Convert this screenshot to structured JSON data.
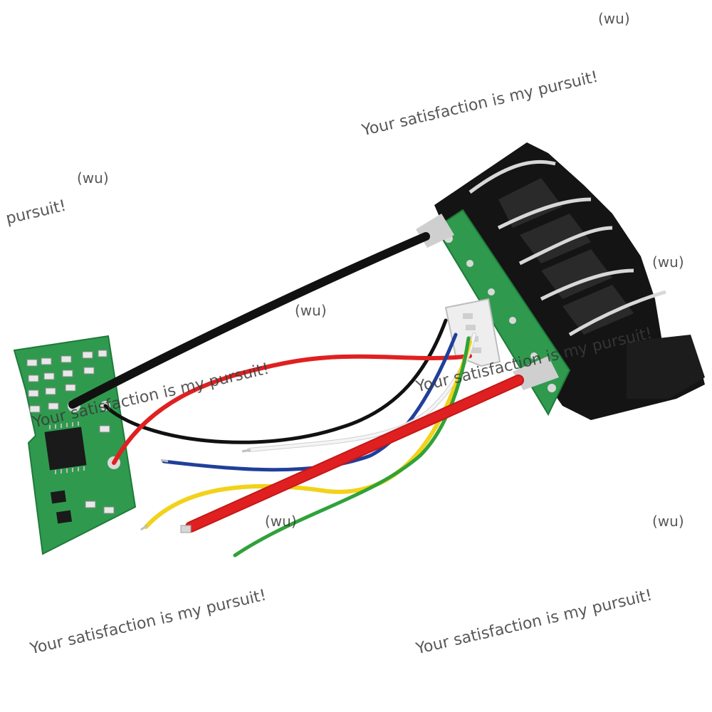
{
  "photo": {
    "subject_icons": [
      "circuit-board-icon",
      "battery-connector-icon",
      "wire-icon"
    ],
    "colors": {
      "background": "#ffffff",
      "pcb_green": "#2f9a4e",
      "pcb_dark": "#1e7a3a",
      "pad_silver": "#d9d9d9",
      "chip_black": "#1a1a1a",
      "connector_black": "#141414",
      "wire_red": "#e02020",
      "wire_black": "#111111",
      "wire_blue": "#1f3f9a",
      "wire_yellow": "#f2d21a",
      "wire_green": "#2fa23a",
      "wire_white": "#f2f2f2",
      "socket_white": "#eeeeee"
    }
  },
  "watermarks": {
    "slogan": "Your satisfaction is my pursuit!",
    "slogan_partial": "pursuit!",
    "tag": "(wu)"
  }
}
